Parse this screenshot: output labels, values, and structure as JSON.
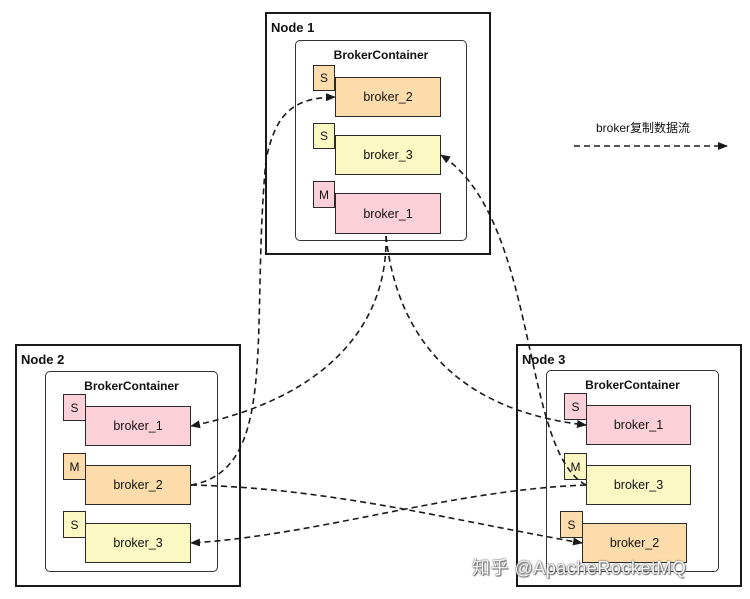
{
  "colors": {
    "pink": "#fbd0d9",
    "orange": "#fddcac",
    "yellow": "#fcf8c4",
    "line": "#1a1a1a"
  },
  "legend": {
    "label": "broker复制数据流"
  },
  "nodes": [
    {
      "title": "Node 1",
      "container_title": "BrokerContainer",
      "brokers": [
        {
          "role": "S",
          "name": "broker_2",
          "color": "orange"
        },
        {
          "role": "S",
          "name": "broker_3",
          "color": "yellow"
        },
        {
          "role": "M",
          "name": "broker_1",
          "color": "pink"
        }
      ]
    },
    {
      "title": "Node 2",
      "container_title": "BrokerContainer",
      "brokers": [
        {
          "role": "S",
          "name": "broker_1",
          "color": "pink"
        },
        {
          "role": "M",
          "name": "broker_2",
          "color": "orange"
        },
        {
          "role": "S",
          "name": "broker_3",
          "color": "yellow"
        }
      ]
    },
    {
      "title": "Node 3",
      "container_title": "BrokerContainer",
      "brokers": [
        {
          "role": "S",
          "name": "broker_1",
          "color": "pink"
        },
        {
          "role": "M",
          "name": "broker_3",
          "color": "yellow"
        },
        {
          "role": "S",
          "name": "broker_2",
          "color": "orange"
        }
      ]
    }
  ],
  "watermark": "知乎 @ApacheRocketMQ"
}
